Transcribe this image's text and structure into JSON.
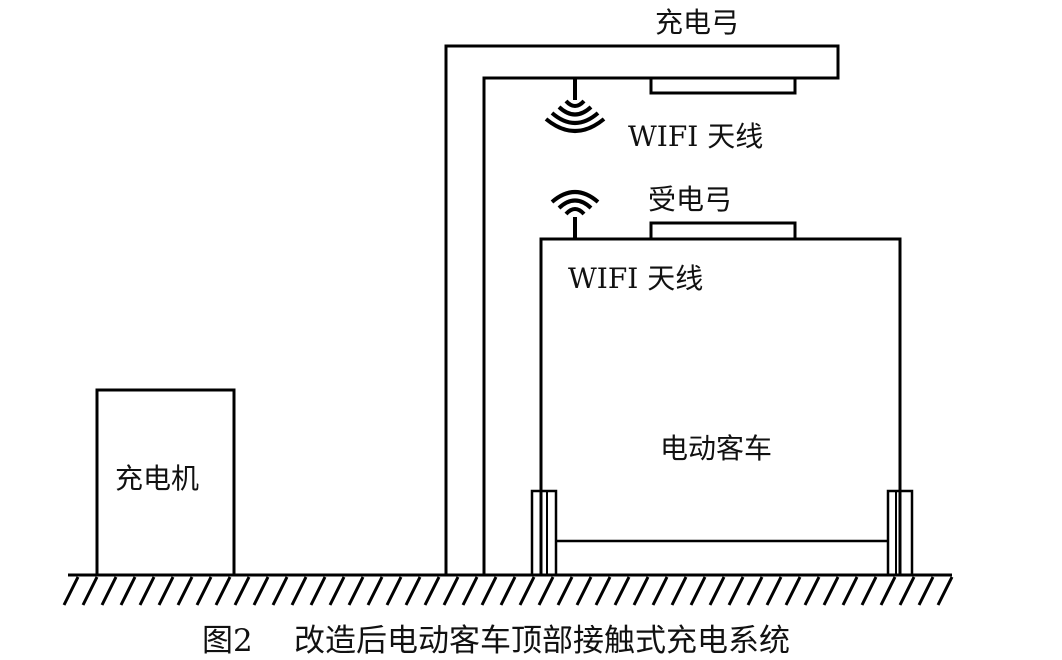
{
  "labels": {
    "charging_bow": "充电弓",
    "antenna_top": "WIFI 天线",
    "receiving_bow": "受电弓",
    "antenna_bus": "WIFI 天线",
    "bus": "电动客车",
    "charger": "充电机"
  },
  "caption": {
    "figure_number": "图2",
    "title": "改造后电动客车顶部接触式充电系统"
  },
  "icons": {
    "top_antenna": "wifi-signal-down-icon",
    "bus_antenna": "wifi-signal-up-icon"
  },
  "colors": {
    "line": "#000000",
    "background": "#ffffff"
  }
}
